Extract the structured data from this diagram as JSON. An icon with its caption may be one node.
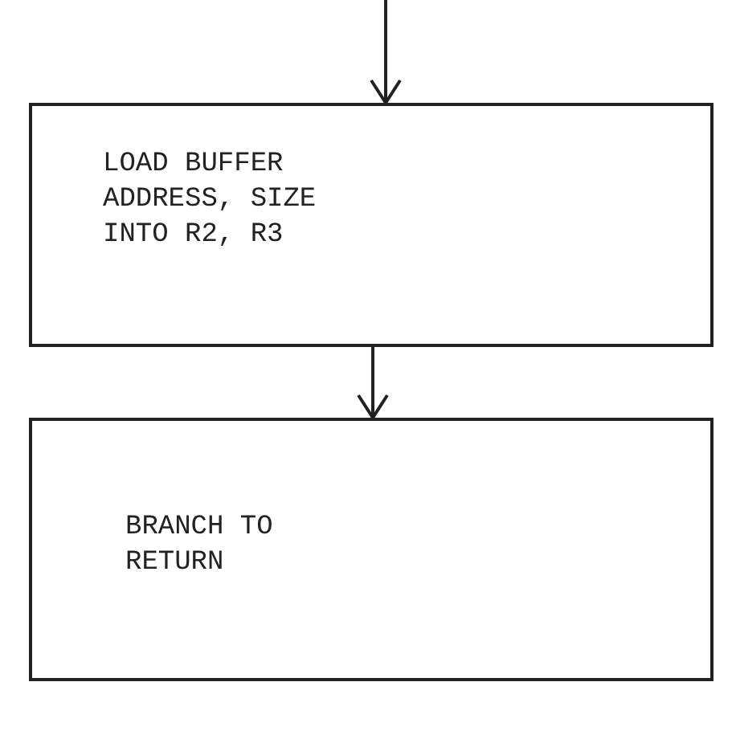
{
  "diagram": {
    "nodes": [
      {
        "text": [
          "LOAD BUFFER ADDRESS, SIZE INTO R2, R3"
        ]
      },
      {
        "text": [
          "BRANCH TO RETURN"
        ]
      }
    ],
    "edges": [
      {
        "from": null,
        "to": 0,
        "arrow": "to"
      },
      {
        "from": 0,
        "to": 1,
        "arrow": "to"
      }
    ]
  }
}
